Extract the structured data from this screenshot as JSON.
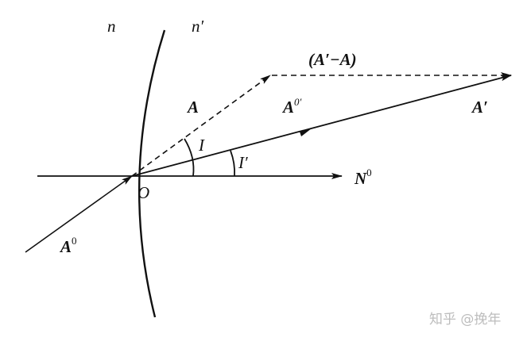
{
  "labels": {
    "n": "n",
    "n_prime": "n′",
    "difference": "(A′−A)",
    "A": "A",
    "A0_prime_base": "A",
    "A0_prime_sup": "0′",
    "A_prime": "A′",
    "I": "I",
    "I_prime": "I′",
    "N0_base": "N",
    "N0_sup": "0",
    "O": "O",
    "A0_base": "A",
    "A0_sup": "0"
  },
  "watermark": "知乎 @挽年",
  "colors": {
    "ink": "#111111",
    "watermark": "#bdbdbd"
  }
}
